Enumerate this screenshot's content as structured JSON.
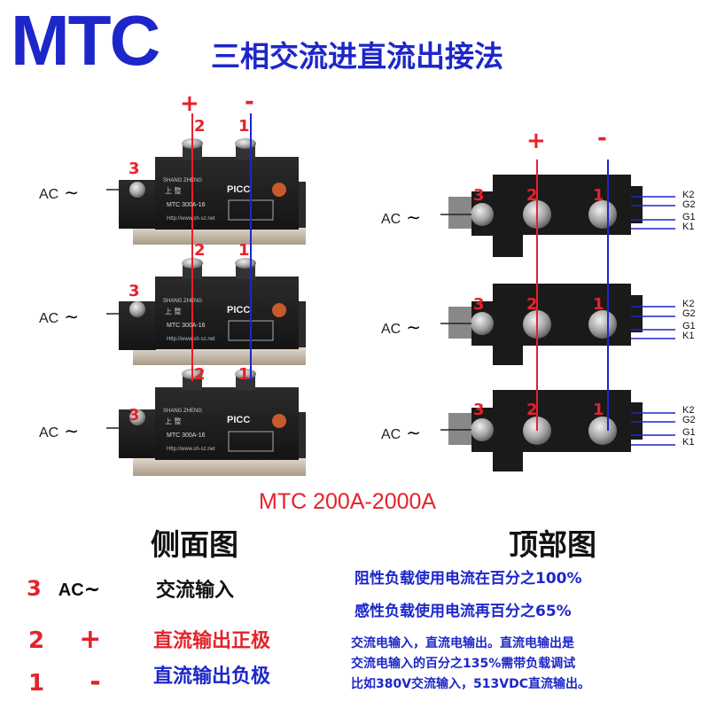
{
  "title": {
    "brand": "MTC",
    "subtitle": "三相交流进直流出接法"
  },
  "side_view": {
    "plus": "+",
    "minus": "-",
    "num1": "1",
    "num2": "2",
    "num3": "3",
    "ac_label": "AC",
    "module_brand": "SHANG ZHENG",
    "module_brand_cn": "上 整",
    "module_logo": "PICC",
    "module_model": "MTC 300A-16",
    "module_url": "Http://www.sh-sz.net"
  },
  "top_view": {
    "plus": "+",
    "minus": "-",
    "num1": "1",
    "num2": "2",
    "num3": "3",
    "ac_label": "AC",
    "pins": [
      "K2",
      "G2",
      "G1",
      "K1"
    ]
  },
  "range_label": "MTC 200A-2000A",
  "side_view_title": "侧面图",
  "top_view_title": "顶部图",
  "legend": [
    {
      "num": "3",
      "symbol": "AC",
      "desc": "交流输入"
    },
    {
      "num": "2",
      "symbol": "+",
      "desc": "直流输出正极"
    },
    {
      "num": "1",
      "symbol": "-",
      "desc": "直流输出负极"
    }
  ],
  "notes": {
    "resistive": "阻性负载使用电流在百分之100%",
    "inductive": "感性负载使用电流再百分之65%",
    "line1": "交流电输入，直流电输出。直流电输出是",
    "line2": "交流电输入的百分之135%需带负载调试",
    "line3": "比如380V交流输入，513VDC直流输出。"
  },
  "colors": {
    "blue": "#1d27c9",
    "red": "#e5222b",
    "module_body": "#1c1c1c",
    "base_plate": "#cbbfb0"
  }
}
